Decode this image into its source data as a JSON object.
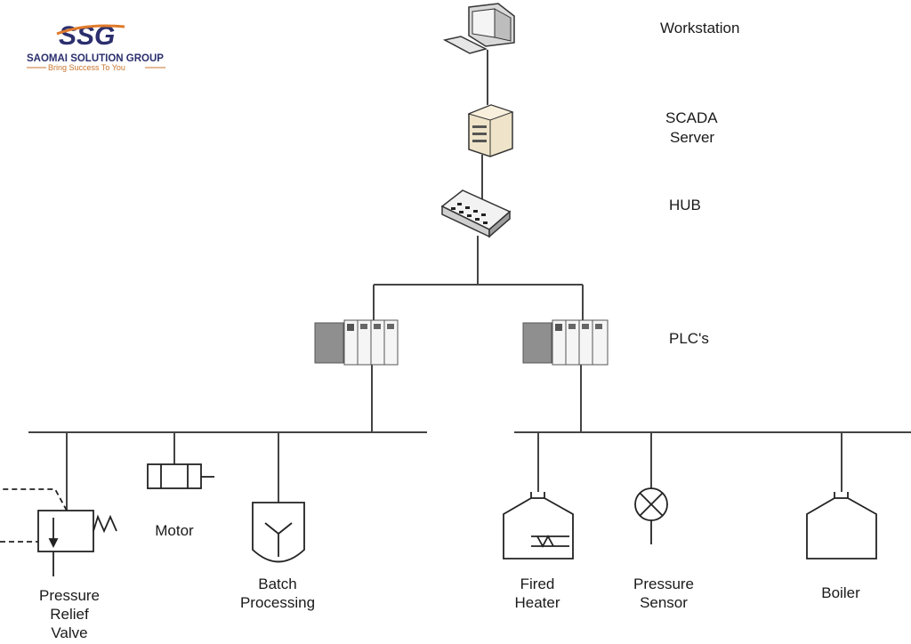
{
  "logo": {
    "mark": "SSG",
    "company": "SAOMAI SOLUTION GROUP",
    "tagline": "Bring Success To You",
    "colors": {
      "navy": "#2b2f6e",
      "orange": "#e07a2a",
      "tagline": "#c8762e"
    }
  },
  "tiers": {
    "workstation": "Workstation",
    "scada_line1": "SCADA",
    "scada_line2": "Server",
    "hub": "HUB",
    "plcs": "PLC's"
  },
  "devices": {
    "pressure_relief_valve": [
      "Pressure",
      "Relief",
      "Valve"
    ],
    "motor": "Motor",
    "batch_processing": [
      "Batch",
      "Processing"
    ],
    "fired_heater": [
      "Fired",
      "Heater"
    ],
    "pressure_sensor": [
      "Pressure",
      "Sensor"
    ],
    "boiler": "Boiler"
  },
  "icons": {
    "workstation": "computer-monitor-icon",
    "scada": "server-tower-icon",
    "hub": "network-hub-icon",
    "plc": "plc-rack-icon",
    "valve": "pressure-relief-valve-icon",
    "motor": "motor-icon",
    "batch": "batch-tank-icon",
    "heater": "fired-heater-icon",
    "sensor": "pressure-sensor-icon",
    "boiler": "boiler-icon"
  }
}
